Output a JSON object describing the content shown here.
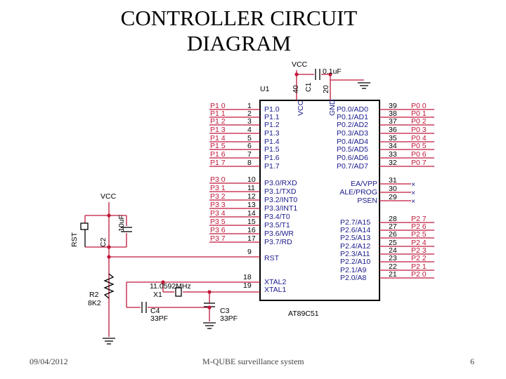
{
  "title_line1": "CONTROLLER CIRCUIT",
  "title_line2": "DIAGRAM",
  "footer": {
    "date": "09/04/2012",
    "center": "M-QUBE surveillance system",
    "page": "6"
  },
  "chip": {
    "name": "AT89C51",
    "ref": "U1",
    "vcc_pin": "VCC",
    "gnd_pin": "GND",
    "pin40": "40",
    "pin20": "20",
    "left_pins": [
      {
        "port": "P1 0",
        "num": "1",
        "name": "P1.0"
      },
      {
        "port": "P1 1",
        "num": "2",
        "name": "P1.1"
      },
      {
        "port": "P1 2",
        "num": "3",
        "name": "P1.2"
      },
      {
        "port": "P1 3",
        "num": "4",
        "name": "P1.3"
      },
      {
        "port": "P1 4",
        "num": "5",
        "name": "P1.4"
      },
      {
        "port": "P1 5",
        "num": "6",
        "name": "P1.5"
      },
      {
        "port": "P1 6",
        "num": "7",
        "name": "P1.6"
      },
      {
        "port": "P1 7",
        "num": "8",
        "name": "P1.7"
      },
      {
        "port": "P3 0",
        "num": "10",
        "name": "P3.0/RXD"
      },
      {
        "port": "P3 1",
        "num": "11",
        "name": "P3.1/TXD"
      },
      {
        "port": "P3 2",
        "num": "12",
        "name": "P3.2/INT0"
      },
      {
        "port": "P3 3",
        "num": "13",
        "name": "P3.3/INT1"
      },
      {
        "port": "P3 4",
        "num": "14",
        "name": "P3.4/T0"
      },
      {
        "port": "P3 5",
        "num": "15",
        "name": "P3.5/T1"
      },
      {
        "port": "P3 6",
        "num": "16",
        "name": "P3.6/WR"
      },
      {
        "port": "P3 7",
        "num": "17",
        "name": "P3.7/RD"
      }
    ],
    "rst_pin": {
      "num": "9",
      "name": "RST"
    },
    "xtal_pins": [
      {
        "num": "18",
        "name": "XTAL2"
      },
      {
        "num": "19",
        "name": "XTAL1"
      }
    ],
    "right_pins_p0": [
      {
        "port": "P0 0",
        "num": "39",
        "name": "P0.0/AD0"
      },
      {
        "port": "P0 1",
        "num": "38",
        "name": "P0.1/AD1"
      },
      {
        "port": "P0 2",
        "num": "37",
        "name": "P0.2/AD2"
      },
      {
        "port": "P0 3",
        "num": "36",
        "name": "P0.3/AD3"
      },
      {
        "port": "P0 4",
        "num": "35",
        "name": "P0.4/AD4"
      },
      {
        "port": "P0 5",
        "num": "34",
        "name": "P0.5/AD5"
      },
      {
        "port": "P0 6",
        "num": "33",
        "name": "P0.6/AD6"
      },
      {
        "port": "P0 7",
        "num": "32",
        "name": "P0.7/AD7"
      }
    ],
    "control_pins": [
      {
        "num": "31",
        "name": "EA/VPP"
      },
      {
        "num": "30",
        "name": "ALE/PROG"
      },
      {
        "num": "29",
        "name": "PSEN"
      }
    ],
    "right_pins_p2": [
      {
        "port": "P2 7",
        "num": "28",
        "name": "P2.7/A15"
      },
      {
        "port": "P2 6",
        "num": "27",
        "name": "P2.6/A14"
      },
      {
        "port": "P2 5",
        "num": "26",
        "name": "P2.5/A13"
      },
      {
        "port": "P2 4",
        "num": "25",
        "name": "P2.4/A12"
      },
      {
        "port": "P2 3",
        "num": "24",
        "name": "P2.3/A11"
      },
      {
        "port": "P2 2",
        "num": "23",
        "name": "P2.2/A10"
      },
      {
        "port": "P2 1",
        "num": "22",
        "name": "P2.1/A9"
      },
      {
        "port": "P2 0",
        "num": "21",
        "name": "P2.0/A8"
      }
    ]
  },
  "components": {
    "vcc_top": "VCC",
    "cap_top": "0.1uF",
    "cap_top_ref": "C1",
    "vcc_left": "VCC",
    "rst_switch": "RST",
    "c2_ref": "C2",
    "c2_val": "10uF",
    "r2_ref": "R2",
    "r2_val": "8K2",
    "crystal_val": "11.0592MHz",
    "crystal_ref": "X1",
    "c4_ref": "C4",
    "c4_val": "33PF",
    "c3_ref": "C3",
    "c3_val": "33PF"
  },
  "colors": {
    "wire": "#c0183a",
    "text": "#1a1a8c",
    "chip": "#000000"
  }
}
